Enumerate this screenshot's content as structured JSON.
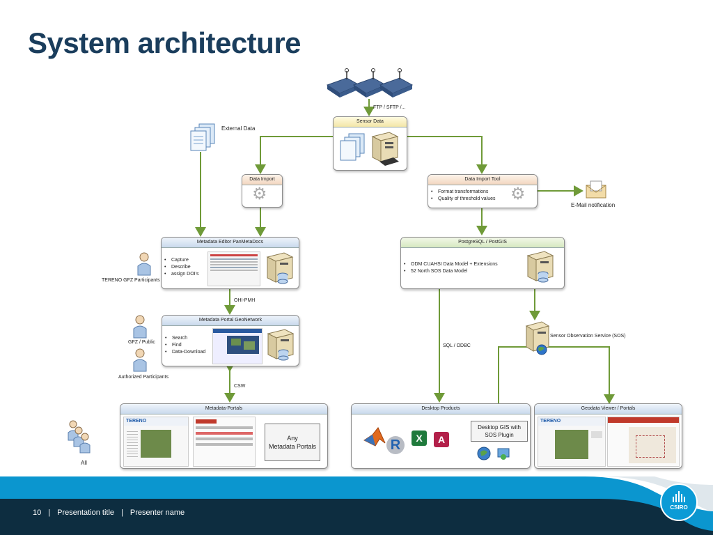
{
  "slide": {
    "title": "System architecture",
    "footer": {
      "page": "10",
      "sep": "|",
      "presentation": "Presentation title",
      "presenter": "Presenter name"
    },
    "logo": "CSIRO"
  },
  "diagram": {
    "ftp_label": "FTP / SFTP /...",
    "external_data": "External Data",
    "sensor_data": "Sensor Data",
    "data_import": "Data Import",
    "data_import_tool": {
      "title": "Data Import Tool",
      "items": [
        "Format transformations",
        "Quality of threshold values"
      ]
    },
    "email": "E-Mail notification",
    "metadata_editor": {
      "title": "Metadata Editor PanMetaDocs",
      "items": [
        "Capture",
        "Describe",
        "assign DOI's"
      ]
    },
    "postgres": {
      "title": "PostgreSQL / PostGIS",
      "items": [
        "ODM CUAHSI Data Model + Extensions",
        "52 North SOS Data Model"
      ]
    },
    "tereno_participants": "TERENO GFZ Participants",
    "ohi_pmh": "OHI-PMH",
    "metadata_portal": {
      "title": "Metadata Portal GeoNetwork",
      "items": [
        "Search",
        "Find",
        "Data-Download"
      ]
    },
    "gfz_public": "GFZ  / Public",
    "authorized": "Authorized Participants",
    "sql_odbc": "SQL / ODBC",
    "sos": "Sensor Observation Service (SOS)",
    "csw": "CSW",
    "metadata_portals": "Metadata-Portals",
    "any_portals_1": "Any",
    "any_portals_2": "Metadata Portals",
    "all": "All",
    "desktop_products": "Desktop Products",
    "gis_1": "Desktop GIS with",
    "gis_2": "SOS Plugin",
    "geodata_viewer": "Geodata Viewer / Portals",
    "tereno_logo": "TERENO"
  },
  "colors": {
    "title": "#1a3d5c",
    "arrow": "#6f9a38",
    "footer": "#0d2d40",
    "accent": "#0b9bd6"
  }
}
